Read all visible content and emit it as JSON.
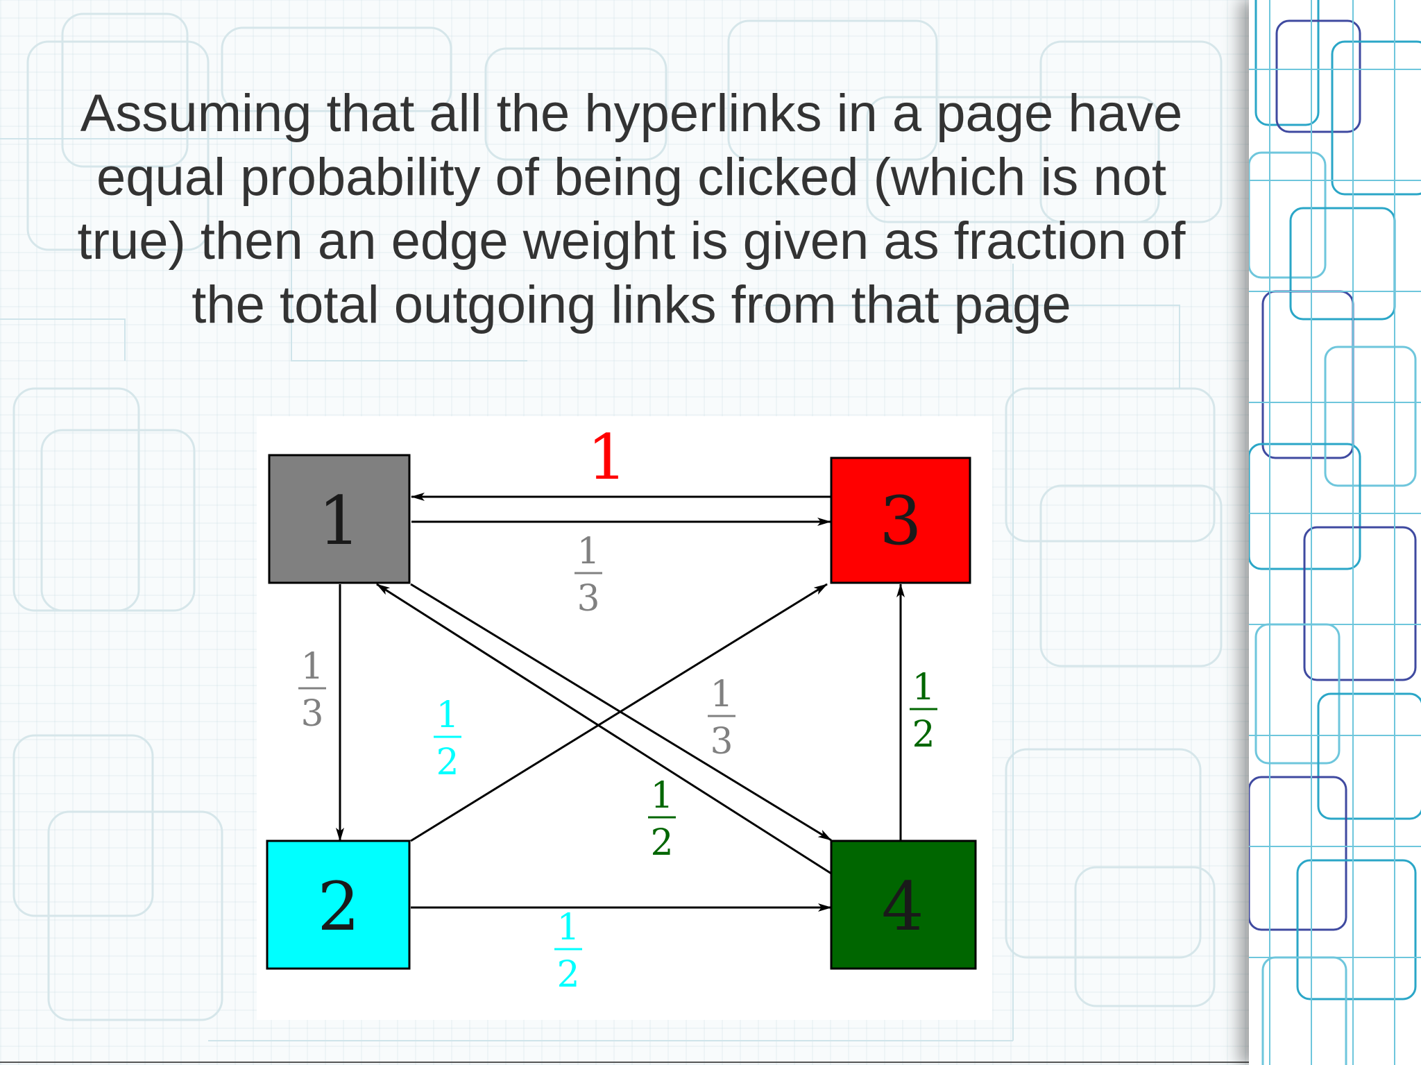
{
  "slide": {
    "title": "Assuming that all the hyperlinks in a page have equal probability of being clicked (which is not true) then an edge weight is given as fraction of the total outgoing links from that page"
  },
  "diagram": {
    "nodes": [
      {
        "id": "1",
        "label": "1",
        "color": "#808080"
      },
      {
        "id": "2",
        "label": "2",
        "color": "#00ffff"
      },
      {
        "id": "3",
        "label": "3",
        "color": "#ff0000"
      },
      {
        "id": "4",
        "label": "4",
        "color": "#006600"
      }
    ],
    "edges": [
      {
        "from": "3",
        "to": "1",
        "weight": "1",
        "num": "1",
        "den": "",
        "color": "#ff0000"
      },
      {
        "from": "1",
        "to": "3",
        "weight": "1/3",
        "num": "1",
        "den": "3",
        "color": "#808080"
      },
      {
        "from": "1",
        "to": "2",
        "weight": "1/3",
        "num": "1",
        "den": "3",
        "color": "#808080"
      },
      {
        "from": "1",
        "to": "4",
        "weight": "1/3",
        "num": "1",
        "den": "3",
        "color": "#808080"
      },
      {
        "from": "2",
        "to": "3",
        "weight": "1/2",
        "num": "1",
        "den": "2",
        "color": "#00ffff"
      },
      {
        "from": "2",
        "to": "4",
        "weight": "1/2",
        "num": "1",
        "den": "2",
        "color": "#00ffff"
      },
      {
        "from": "4",
        "to": "1",
        "weight": "1/2",
        "num": "1",
        "den": "2",
        "color": "#006600"
      },
      {
        "from": "4",
        "to": "3",
        "weight": "1/2",
        "num": "1",
        "den": "2",
        "color": "#006600"
      }
    ]
  }
}
